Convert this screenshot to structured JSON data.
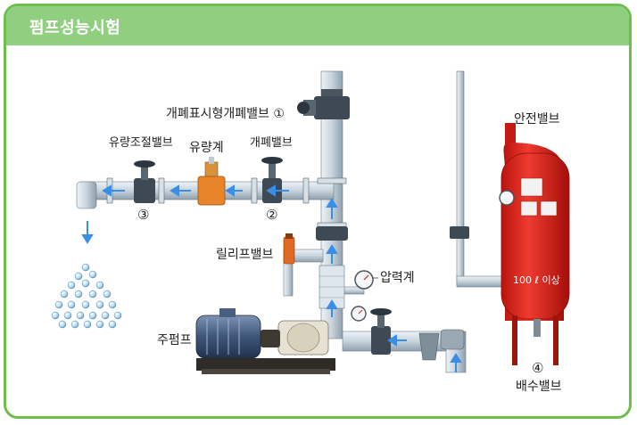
{
  "title": "펌프성능시험",
  "labels": {
    "indicator_valve": "개폐표시형개폐밸브 ①",
    "flow_control_valve": "유량조절밸브",
    "flow_meter": "유량계",
    "gate_valve": "개폐밸브",
    "relief_valve": "릴리프밸브",
    "pressure_gauge": "압력계",
    "main_pump": "주펌프",
    "safety_valve": "안전밸브",
    "drain_valve": "배수밸브",
    "tank_text": "100 ℓ 이상"
  },
  "markers": {
    "m2": "②",
    "m3": "③",
    "m4": "④"
  },
  "colors": {
    "frame": "#6cbf4a",
    "header": "#8fcf7f",
    "pipe": "#c9d6df",
    "flow_arrow": "#3a8ee6",
    "tank": "#e3231b"
  }
}
